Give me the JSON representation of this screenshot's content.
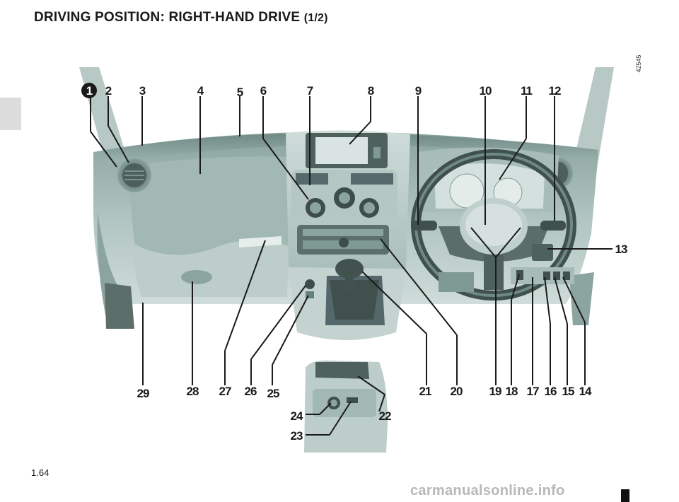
{
  "page": {
    "title": "DRIVING POSITION: RIGHT-HAND DRIVE",
    "title_suffix": "(1/2)",
    "figure_code": "42545",
    "page_number": "1.64",
    "watermark": "carmanualsonline.info"
  },
  "callouts": {
    "c1": "1",
    "c2": "2",
    "c3": "3",
    "c4": "4",
    "c5": "5",
    "c6": "6",
    "c7": "7",
    "c8": "8",
    "c9": "9",
    "c10": "10",
    "c11": "11",
    "c12": "12",
    "c13": "13",
    "c14": "14",
    "c15": "15",
    "c16": "16",
    "c17": "17",
    "c18": "18",
    "c19": "19",
    "c20": "20",
    "c21": "21",
    "c22": "22",
    "c23": "23",
    "c24": "24",
    "c25": "25",
    "c26": "26",
    "c27": "27",
    "c28": "28",
    "c29": "29"
  },
  "colors": {
    "dash_dark": "#7f9a95",
    "dash_mid": "#a5bcb7",
    "dash_light": "#c9d7d4",
    "panel_dark": "#4e615d",
    "screen": "#d9e4e2"
  }
}
